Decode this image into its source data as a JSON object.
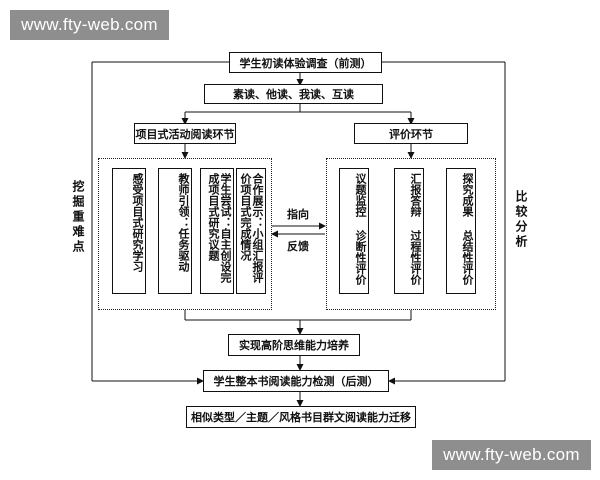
{
  "watermark": {
    "top": "www.fty-web.com",
    "bottom": "www.fty-web.com"
  },
  "nodes": {
    "pre_survey": "学生初读体验调查（前测）",
    "reading_modes": "素读、他读、我读、互读",
    "project_section": "项目式活动阅读环节",
    "eval_section": "评价环节",
    "activities": [
      "感受项目式研究学习",
      "教师引领：任务驱动",
      "学生尝试：自主创设完成项目式研究议题",
      "合作展示：小组汇报评价项目式完成情况"
    ],
    "evaluations": [
      "议题监控 诊断性评价",
      "汇报答辩 过程性评价",
      "探究成果 总结性评价"
    ],
    "goal": "实现高阶思维能力培养",
    "post_test": "学生整本书阅读能力检测（后测）",
    "transfer": "相似类型／主题／风格书目群文阅读能力迁移"
  },
  "side_labels": {
    "left": "挖掘重难点",
    "right": "比较分析"
  },
  "center_labels": {
    "direction": "指向",
    "feedback": "反馈"
  }
}
